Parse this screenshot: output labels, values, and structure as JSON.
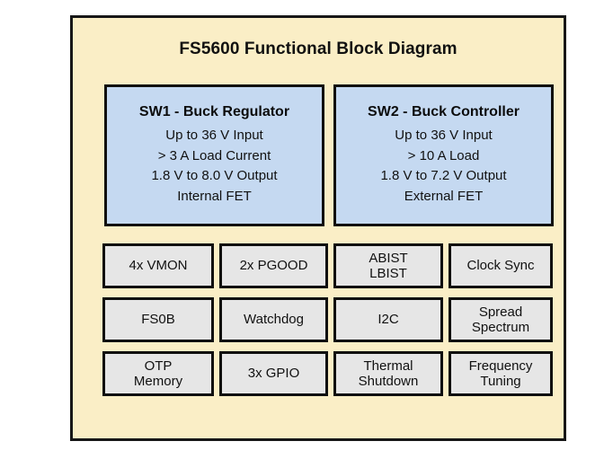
{
  "diagram": {
    "title": "FS5600 Functional Block Diagram",
    "panel_bg": "#faeec6",
    "border_color": "#0f0f0f",
    "spec_block_bg": "#c5d9f1",
    "feature_box_bg": "#e6e6e6"
  },
  "spec_blocks": [
    {
      "title": "SW1 - Buck Regulator",
      "lines": [
        "Up to 36 V Input",
        "> 3 A Load Current",
        "1.8 V to 8.0 V Output",
        "Internal FET"
      ]
    },
    {
      "title": "SW2 - Buck Controller",
      "lines": [
        "Up to 36 V Input",
        "> 10 A Load",
        "1.8 V to 7.2 V Output",
        "External FET"
      ]
    }
  ],
  "features": [
    {
      "lines": [
        "4x VMON"
      ]
    },
    {
      "lines": [
        "2x PGOOD"
      ]
    },
    {
      "lines": [
        "ABIST",
        "LBIST"
      ]
    },
    {
      "lines": [
        "Clock Sync"
      ]
    },
    {
      "lines": [
        "FS0B"
      ]
    },
    {
      "lines": [
        "Watchdog"
      ]
    },
    {
      "lines": [
        "I2C"
      ]
    },
    {
      "lines": [
        "Spread",
        "Spectrum"
      ]
    },
    {
      "lines": [
        "OTP",
        "Memory"
      ]
    },
    {
      "lines": [
        "3x GPIO"
      ]
    },
    {
      "lines": [
        "Thermal",
        "Shutdown"
      ]
    },
    {
      "lines": [
        "Frequency",
        "Tuning"
      ]
    }
  ]
}
